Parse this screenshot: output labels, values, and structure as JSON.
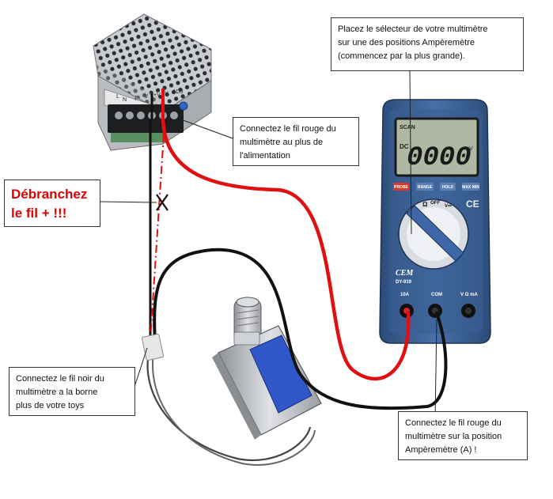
{
  "colors": {
    "warning_text": "#e00000",
    "red_wire": "#e01010",
    "black_wire": "#111111",
    "meter_body": "#3a5f93",
    "meter_screen": "#aeb8a2",
    "solenoid_coil": "#2f57c9"
  },
  "callouts": {
    "selector": {
      "line1": "Placez le sélecteur de votre multimètre",
      "line2": "sur une des positions Ampèremètre",
      "line3": "(commencez par la plus grande)."
    },
    "red_to_plus": {
      "line1": "Connectez le fil rouge du",
      "line2": "multimètre au plus de",
      "line3": "l'alimentation"
    },
    "warning": {
      "line1": "Débranchez",
      "line2": "le fil + !!!"
    },
    "black_to_toy": {
      "line1": "Connectez le fil noir du",
      "line2": "multimètre a la borne",
      "line3": "plus de votre toys"
    },
    "red_to_amp": {
      "line1": "Connectez le fil rouge du",
      "line2": "multimètre sur la position",
      "line3": "Ampèremètre (A) !"
    }
  },
  "power_supply": {
    "terminal_labels": [
      "L",
      "N",
      "⏚",
      "-V",
      "+V",
      "V",
      "ADJ"
    ]
  },
  "multimeter": {
    "display_value": "0000",
    "display_mode": "DC",
    "display_unit": "V",
    "display_tag": "SCAN",
    "buttons": [
      "PROBE",
      "RANGE",
      "HOLD",
      "MAX MIN"
    ],
    "dial_labels": [
      "Ω",
      "OFF",
      "V⎓"
    ],
    "brand": "CEM",
    "model": "DY-919",
    "jacks": [
      "10A",
      "COM",
      "V Ω mA"
    ]
  },
  "icons": {
    "disconnect_mark": "x-mark-icon"
  }
}
